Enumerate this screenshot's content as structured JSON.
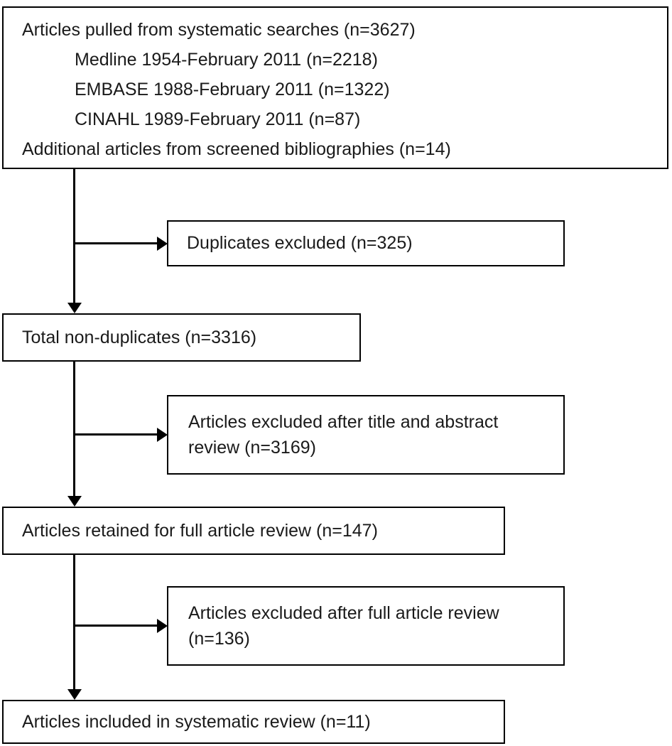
{
  "flowchart": {
    "search_box": {
      "lines": [
        "Articles pulled from systematic searches (n=3627)",
        "Medline 1954-February 2011 (n=2218)",
        "EMBASE 1988-February 2011 (n=1322)",
        "CINAHL 1989-February 2011 (n=87)",
        "Additional articles from screened bibliographies (n=14)"
      ]
    },
    "duplicates_excluded_box": "Duplicates excluded (n=325)",
    "non_duplicates_box": "Total non-duplicates (n=3316)",
    "title_abstract_excluded_box": "Articles excluded after title and abstract review (n=3169)",
    "full_review_box": "Articles retained for full article review (n=147)",
    "full_article_excluded_box": "Articles excluded after full article review (n=136)",
    "included_box": "Articles included in systematic review (n=11)",
    "counts": {
      "systematic_searches": 3627,
      "medline": 2218,
      "embase": 1322,
      "cinahl": 87,
      "screened_bibliographies": 14,
      "duplicates_excluded": 325,
      "non_duplicates": 3316,
      "title_abstract_excluded": 3169,
      "full_review_retained": 147,
      "full_article_excluded": 136,
      "included_in_review": 11
    },
    "colors": {
      "box_border": "#000000",
      "box_background": "#ffffff",
      "text": "#1a1a1a",
      "connector": "#000000"
    }
  }
}
